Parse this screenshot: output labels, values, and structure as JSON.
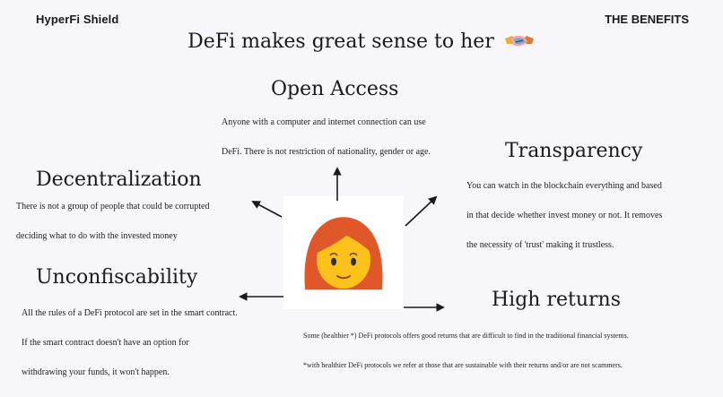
{
  "header": {
    "brand": "HyperFi Shield",
    "section": "THE BENEFITS"
  },
  "title": "DeFi makes great sense to her",
  "title_icon": "handshake-icon",
  "center_icon": "woman-red-hair-emoji",
  "benefits": {
    "open_access": {
      "heading": "Open Access",
      "lines": [
        "Anyone with a computer and internet connection can use",
        "DeFi. There is not restriction of nationality, gender or age."
      ]
    },
    "transparency": {
      "heading": "Transparency",
      "lines": [
        "You can watch in the blockchain everything and based",
        "in that decide whether invest money or not. It removes",
        "the necessity of 'trust' making it trustless."
      ]
    },
    "decentralization": {
      "heading": "Decentralization",
      "lines": [
        "There is not a group of people that could be corrupted",
        "deciding what to do with the invested money"
      ]
    },
    "unconfiscability": {
      "heading": "Unconfiscability",
      "lines": [
        "All the rules of a DeFi protocol are set in the smart contract.",
        "If the smart contract doesn't have an option for",
        "withdrawing your funds, it won't happen."
      ]
    },
    "high_returns": {
      "heading": "High returns",
      "lines": [
        "Some (healthier *) DeFi protocols offers good returns that are difficult to find in the traditional financial systems.",
        "*with healthier DeFi protocols we refer at those that are sustainable with their returns and/or are not scammers."
      ]
    }
  },
  "colors": {
    "background": "#f7f7fb",
    "text": "#1a1a1a",
    "hair": "#e0582a",
    "skin": "#fcc21b"
  }
}
